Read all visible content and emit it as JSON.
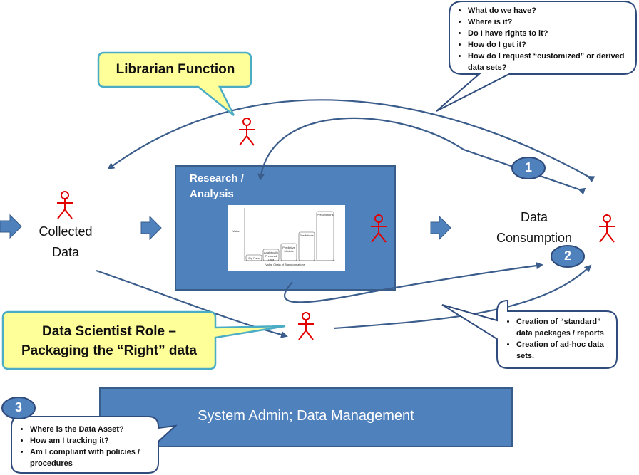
{
  "colors": {
    "box": "#4f81bd",
    "box_border": "#385d8a",
    "callout_fill": "#ffff99",
    "callout_border": "#4bacc6",
    "arrow": "#3b5d8c",
    "person": "#e00000"
  },
  "top_bubble": {
    "items": [
      "What do we have?",
      "Where is it?",
      "Do I have rights to it?",
      "How do I get it?",
      "How do I request “customized” or derived data sets?"
    ]
  },
  "librarian": {
    "label": "Librarian Function"
  },
  "collected": {
    "line1": "Collected",
    "line2": "Data"
  },
  "research": {
    "label": "Research / Analysis"
  },
  "value_chart": {
    "ylabel": "Value",
    "xlabel": "Value Chain of Transformations",
    "steps": [
      "Big Data",
      "Analytically Prepared Data",
      "Predictive Models",
      "Predictions",
      "Prescriptions"
    ]
  },
  "consumption": {
    "line1": "Data",
    "line2": "Consumption"
  },
  "markers": {
    "one": "1",
    "two": "2",
    "three": "3"
  },
  "scientist": {
    "line1": "Data Scientist Role –",
    "line2": "Packaging the “Right” data"
  },
  "right_bubble": {
    "items": [
      "Creation of “standard” data packages / reports",
      "Creation of ad-hoc data sets."
    ]
  },
  "sysadmin": {
    "label": "System Admin; Data Management"
  },
  "left_bubble": {
    "items": [
      "Where is the Data Asset?",
      "How am I tracking it?",
      "Am I compliant with policies / procedures"
    ]
  }
}
